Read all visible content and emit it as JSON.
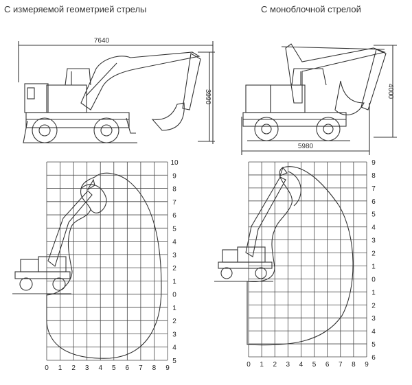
{
  "titles": {
    "left": "С измеряемой геометрией стрелы",
    "right": "С моноблочной стрелой"
  },
  "dimensions": {
    "left_length": "7640",
    "left_height": "3990",
    "right_length": "5980",
    "right_height": "4000"
  },
  "left_chart": {
    "y_up_labels": [
      "10",
      "9",
      "8",
      "7",
      "6",
      "5",
      "4",
      "3",
      "2",
      "1"
    ],
    "y_zero": "0",
    "y_down_labels": [
      "1",
      "2",
      "3",
      "4",
      "5"
    ],
    "x_labels": [
      "0",
      "1",
      "2",
      "3",
      "4",
      "5",
      "6",
      "7",
      "8",
      "9"
    ]
  },
  "right_chart": {
    "y_up_labels": [
      "9",
      "8",
      "7",
      "6",
      "5",
      "4",
      "3",
      "2",
      "1"
    ],
    "y_zero": "0",
    "y_down_labels": [
      "1",
      "2",
      "3",
      "4",
      "5",
      "6"
    ],
    "x_labels": [
      "0",
      "1",
      "2",
      "3",
      "4",
      "5",
      "6",
      "7",
      "8",
      "9"
    ]
  }
}
